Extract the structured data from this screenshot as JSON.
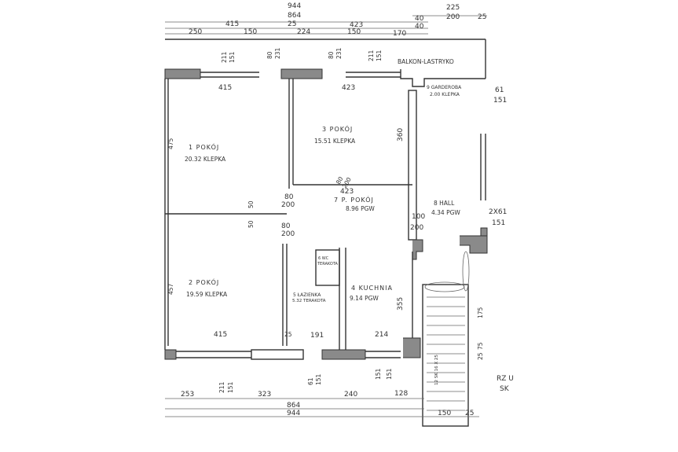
{
  "top_dimensions": {
    "overall": [
      "944",
      "864"
    ],
    "row1": [
      "415",
      "25",
      "423",
      "40",
      "40",
      "225",
      "200",
      "25"
    ],
    "row2": [
      "250",
      "150",
      "224",
      "150",
      "170"
    ],
    "openings": [
      "211",
      "151",
      "80",
      "231",
      "80",
      "231",
      "211",
      "151"
    ],
    "inner": [
      "415",
      "423"
    ]
  },
  "rooms": [
    {
      "name": "1 POKÓJ",
      "area": "20.32 KLEPKA"
    },
    {
      "name": "2 POKÓJ",
      "area": "19.59 KLEPKA"
    },
    {
      "name": "3 POKÓJ",
      "area": "15.51 KLEPKA"
    },
    {
      "name": "4 KUCHNIA",
      "area": "9.14 PGW"
    },
    {
      "name": "5 ŁAZIENKA",
      "area": "5.32 TERAKOTA"
    },
    {
      "name": "6 WC",
      "area": "TERAKOTA"
    },
    {
      "name": "7 P. POKÓJ",
      "area": "8.96 PGW"
    },
    {
      "name": "8 HALL",
      "area": "4.34 PGW"
    },
    {
      "name": "9 GARDEROBA",
      "area": "2.00 KLEPKA"
    },
    {
      "name": "BALKON-LASTRYKO",
      "area": ""
    }
  ],
  "inner_dimensions": [
    "475",
    "360",
    "423",
    "355",
    "457",
    "50",
    "50",
    "80",
    "200",
    "80",
    "200",
    "80",
    "200",
    "100",
    "200",
    "2X61",
    "151",
    "61",
    "151",
    "175",
    "75",
    "25",
    "415",
    "191",
    "214",
    "25"
  ],
  "bottom_dimensions": {
    "openings": [
      "211",
      "151",
      "61",
      "151",
      "151",
      "151"
    ],
    "row": [
      "253",
      "323",
      "240",
      "128",
      "150",
      "25"
    ],
    "overall": [
      "864",
      "944"
    ],
    "stairs": "12 SK 16 X 25"
  },
  "title_fragment": [
    "RZ U",
    "SK"
  ]
}
